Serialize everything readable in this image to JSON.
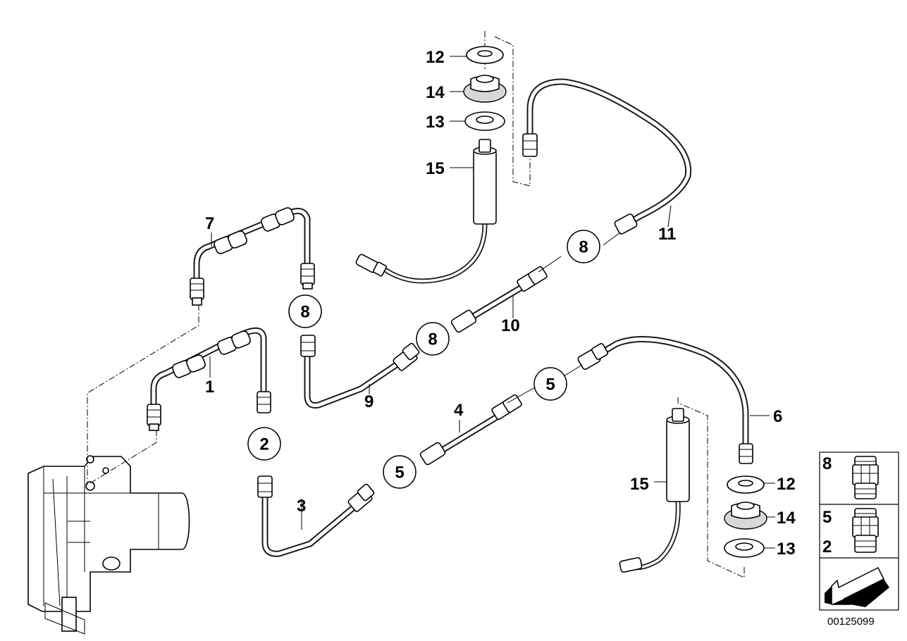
{
  "diagram": {
    "part_numbers": {
      "p1": "1",
      "p3": "3",
      "p4": "4",
      "p6": "6",
      "p7": "7",
      "p9": "9",
      "p10": "10",
      "p11": "11",
      "p12_top": "12",
      "p14_top": "14",
      "p13_top": "13",
      "p15_top": "15",
      "p15_bottom": "15",
      "p12_bottom": "12",
      "p14_bottom": "14",
      "p13_bottom": "13"
    },
    "circled_callouts": {
      "c8_upper": "8",
      "c8_middle": "8",
      "c8_left": "8",
      "c2": "2",
      "c5_lower": "5",
      "c5_upper": "5"
    },
    "legend": {
      "row1_label": "8",
      "row2_label_top": "5",
      "row2_label_bottom": "2"
    },
    "image_code": "00125099"
  }
}
